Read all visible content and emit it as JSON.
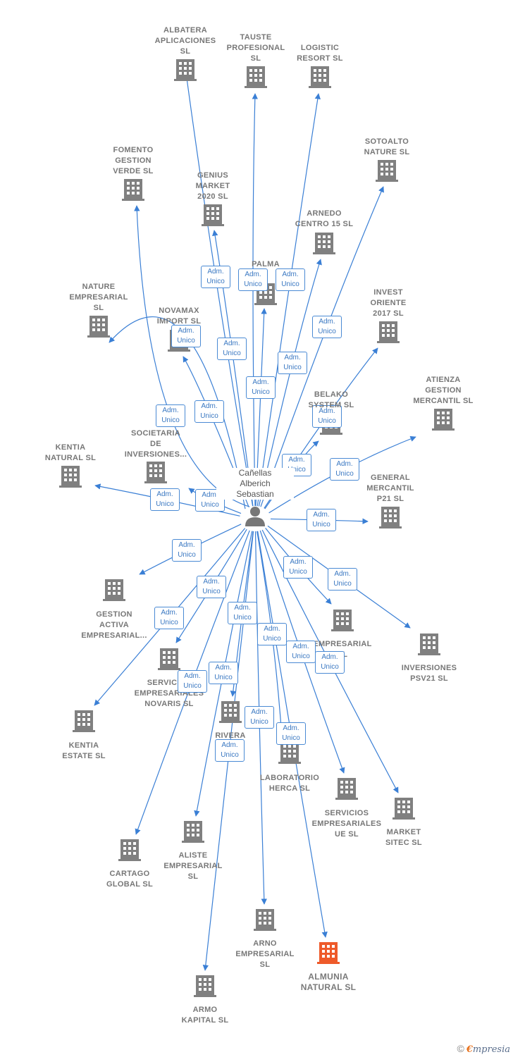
{
  "person": {
    "name_lines": [
      "Cañellas",
      "Alberich",
      "Sebastian"
    ],
    "icon": "person-icon"
  },
  "role": {
    "line1": "Adm.",
    "line2": "Unico"
  },
  "colors": {
    "building": "#808080",
    "building_highlight": "#ee5a2a",
    "edge": "#3a7fd5",
    "badge_border": "#4a8ad4"
  },
  "companies": [
    {
      "id": "albatera",
      "lines": [
        "ALBATERA",
        "APLICACIONES",
        "SL"
      ]
    },
    {
      "id": "tauste",
      "lines": [
        "TAUSTE",
        "PROFESIONAL",
        "SL"
      ]
    },
    {
      "id": "logistic",
      "lines": [
        "LOGISTIC",
        "RESORT SL"
      ]
    },
    {
      "id": "sotoalto",
      "lines": [
        "SOTOALTO",
        "NATURE  SL"
      ]
    },
    {
      "id": "fomento",
      "lines": [
        "FOMENTO",
        "GESTION",
        "VERDE  SL"
      ]
    },
    {
      "id": "genius",
      "lines": [
        "GENIUS",
        "MARKET",
        "2020  SL"
      ]
    },
    {
      "id": "arnedo",
      "lines": [
        "ARNEDO",
        "CENTRO 15  SL"
      ]
    },
    {
      "id": "palma",
      "lines": [
        "PALMA"
      ]
    },
    {
      "id": "nature",
      "lines": [
        "NATURE",
        "EMPRESARIAL",
        "SL"
      ]
    },
    {
      "id": "novamax",
      "lines": [
        "NOVAMAX",
        "IMPORT  SL"
      ]
    },
    {
      "id": "invest",
      "lines": [
        "INVEST",
        "ORIENTE",
        "2017  SL"
      ]
    },
    {
      "id": "atienza",
      "lines": [
        "ATIENZA",
        "GESTION",
        "MERCANTIL SL"
      ]
    },
    {
      "id": "belako",
      "lines": [
        "BELAKO",
        "SYSTEM  SL"
      ]
    },
    {
      "id": "societaria",
      "lines": [
        "SOCIETARIA",
        "DE",
        "INVERSIONES..."
      ]
    },
    {
      "id": "kentia_natural",
      "lines": [
        "KENTIA",
        "NATURAL  SL"
      ]
    },
    {
      "id": "general",
      "lines": [
        "GENERAL",
        "MERCANTIL",
        "P21  SL"
      ]
    },
    {
      "id": "gestion_activa",
      "lines": [
        "GESTION",
        "ACTIVA",
        "EMPRESARIAL..."
      ]
    },
    {
      "id": "empresarial",
      "lines": [
        "EMPRESARIAL",
        "SL"
      ]
    },
    {
      "id": "inversiones_psv",
      "lines": [
        "INVERSIONES",
        "PSV21  SL"
      ]
    },
    {
      "id": "novaris",
      "lines": [
        "SERVICIOS",
        "EMPRESARIALES",
        "NOVARIS  SL"
      ]
    },
    {
      "id": "kentia_estate",
      "lines": [
        "KENTIA",
        "ESTATE  SL"
      ]
    },
    {
      "id": "rivera",
      "lines": [
        "RIVERA",
        "O          SL"
      ]
    },
    {
      "id": "herca",
      "lines": [
        "LABORATORIO",
        "HERCA SL"
      ]
    },
    {
      "id": "servicios_ue",
      "lines": [
        "SERVICIOS",
        "EMPRESARIALES",
        "UE  SL"
      ]
    },
    {
      "id": "market_sitec",
      "lines": [
        "MARKET",
        "SITEC  SL"
      ]
    },
    {
      "id": "cartago",
      "lines": [
        "CARTAGO",
        "GLOBAL  SL"
      ]
    },
    {
      "id": "aliste",
      "lines": [
        "ALISTE",
        "EMPRESARIAL",
        "SL"
      ]
    },
    {
      "id": "arno",
      "lines": [
        "ARNO",
        "EMPRESARIAL",
        "SL"
      ]
    },
    {
      "id": "almunia",
      "lines": [
        "ALMUNIA",
        "NATURAL  SL"
      ],
      "highlight": true
    },
    {
      "id": "armo",
      "lines": [
        "ARMO",
        "KAPITAL  SL"
      ]
    }
  ],
  "footer": {
    "copyright": "©",
    "brand_first": "€",
    "brand_rest": "mpresia"
  }
}
